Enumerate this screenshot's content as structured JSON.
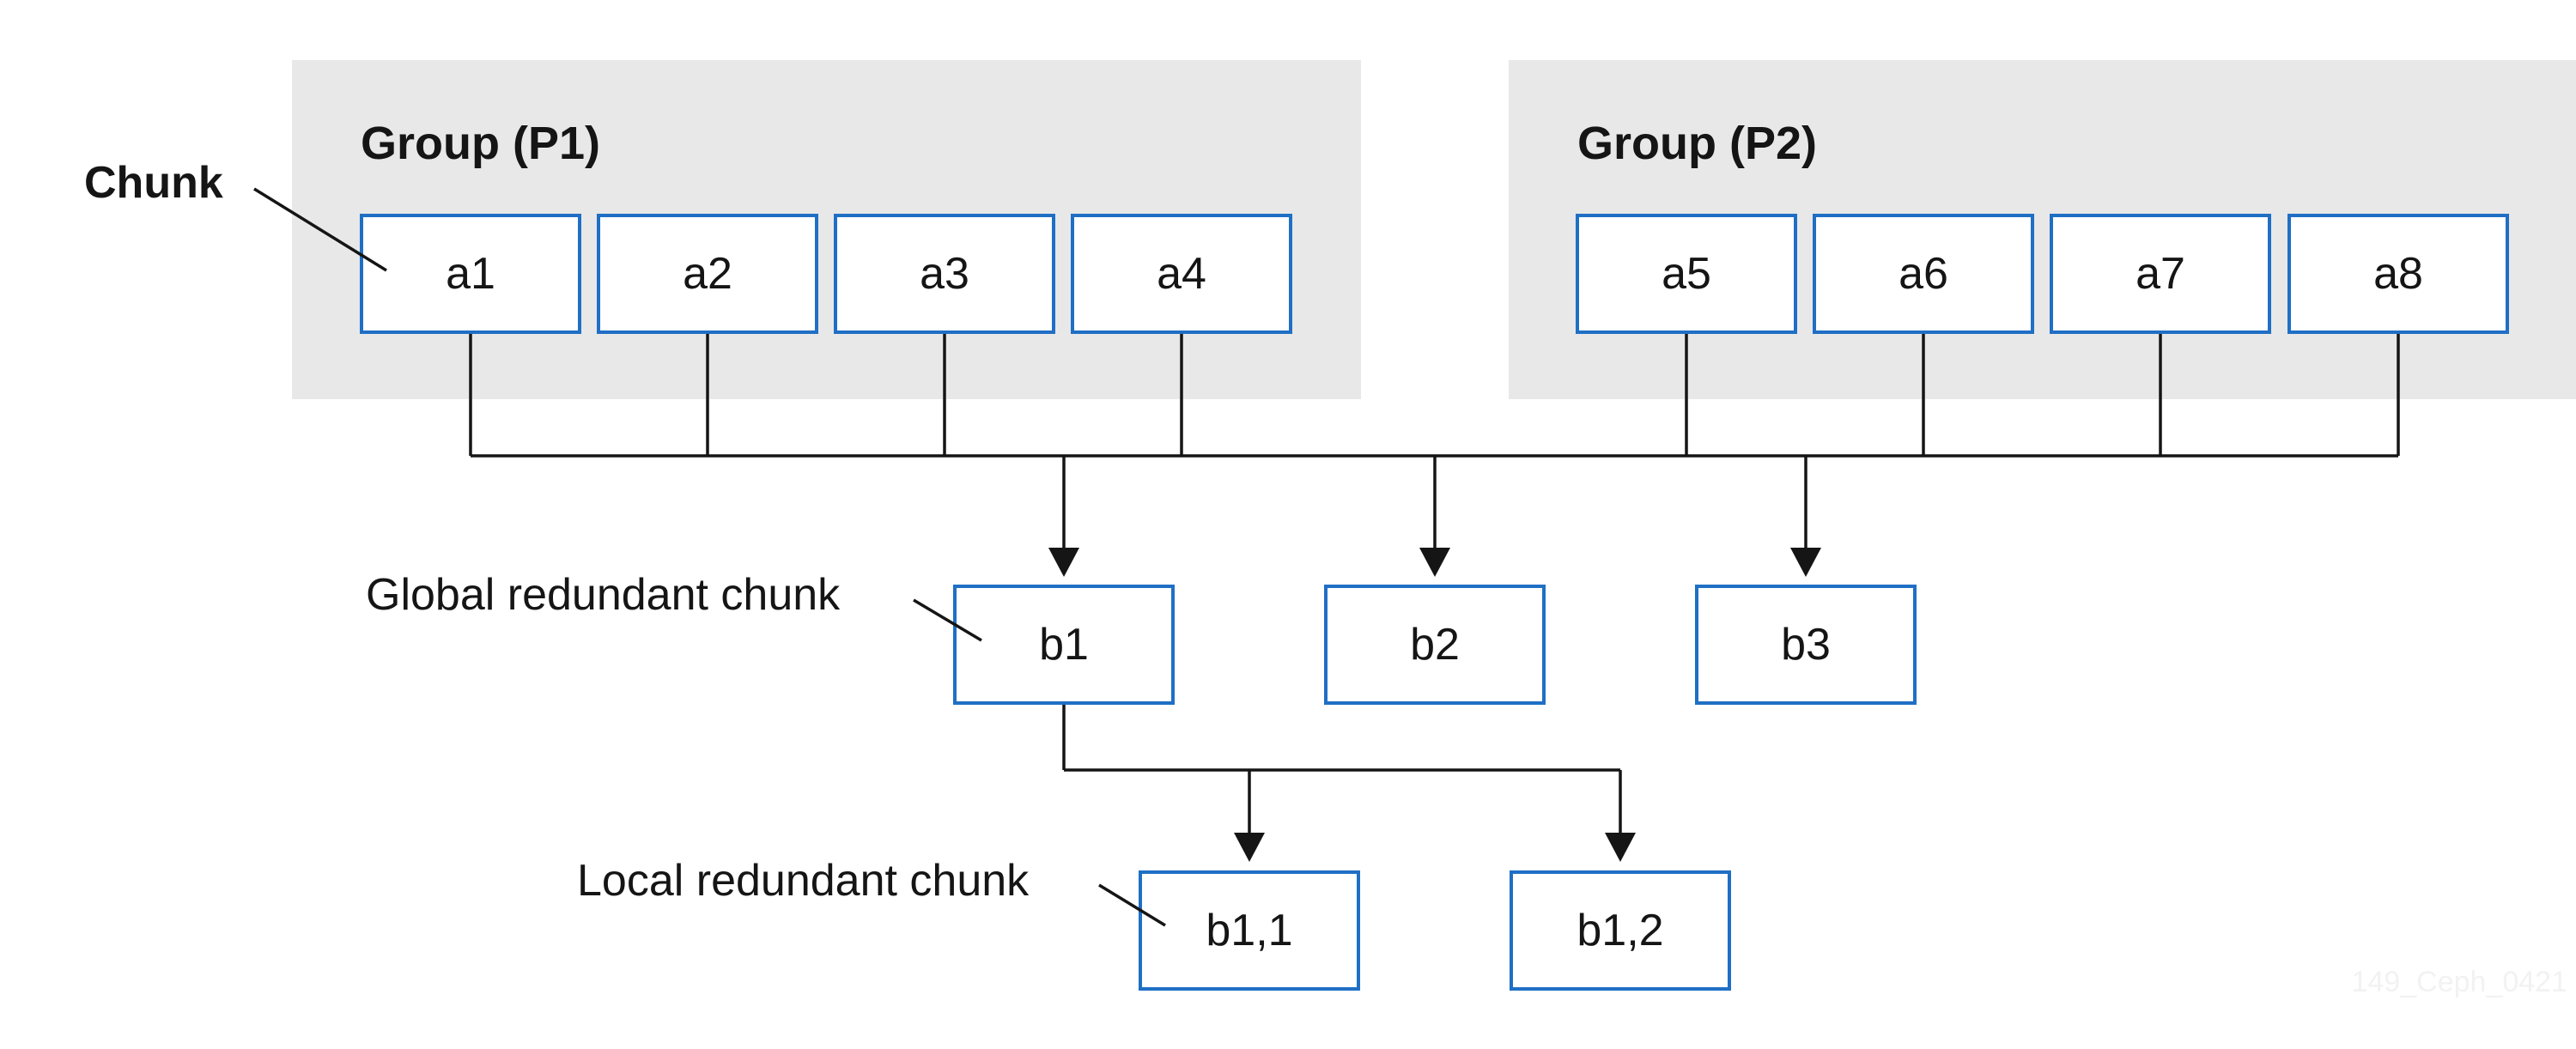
{
  "groups": [
    {
      "title": "Group (P1)",
      "chunks": [
        "a1",
        "a2",
        "a3",
        "a4"
      ]
    },
    {
      "title": "Group (P2)",
      "chunks": [
        "a5",
        "a6",
        "a7",
        "a8"
      ]
    }
  ],
  "global_redundant": [
    "b1",
    "b2",
    "b3"
  ],
  "local_redundant": [
    "b1,1",
    "b1,2"
  ],
  "labels": {
    "chunk": "Chunk",
    "global_redundant_chunk": "Global redundant chunk",
    "local_redundant_chunk": "Local redundant chunk"
  },
  "watermark": "149_Ceph_0421",
  "colors": {
    "box_border": "#1f6fc5",
    "group_background": "#e8e8e8",
    "line": "#151515"
  }
}
